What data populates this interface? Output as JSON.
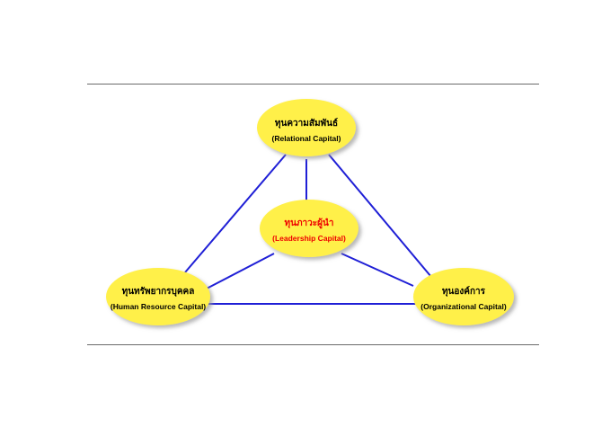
{
  "diagram": {
    "edge_color": "#1f1fd6",
    "node_fill": "#fff04a",
    "node_text_color": "#000000",
    "center_text_color": "#ee0000",
    "nodes": {
      "relational": {
        "title": "ทุนความสัมพันธ์",
        "subtitle": "(Relational Capital)"
      },
      "leadership": {
        "title": "ทุนภาวะผู้นำ",
        "subtitle": "(Leadership Capital)"
      },
      "human": {
        "title": "ทุนทรัพยากรบุคคล",
        "subtitle": "(Human Resource Capital)"
      },
      "organizational": {
        "title": "ทุนองค์การ",
        "subtitle": "(Organizational Capital)"
      }
    }
  }
}
